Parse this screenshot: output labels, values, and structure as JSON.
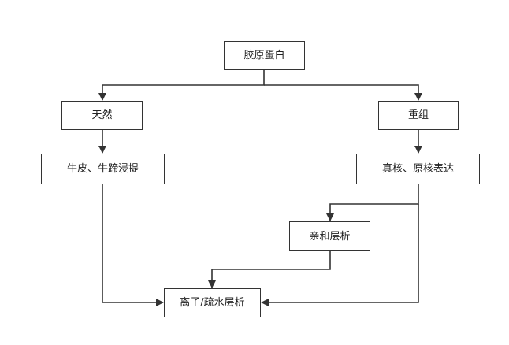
{
  "nodes": {
    "collagen": "胶原蛋白",
    "natural": "天然",
    "recombinant": "重组",
    "extraction": "牛皮、牛蹄浸提",
    "expression": "真核、原核表达",
    "affinity": "亲和层析",
    "ion_hydrophobic": "离子/疏水层析"
  },
  "colors": {
    "line": "#333333",
    "text": "#222222",
    "background": "#ffffff"
  }
}
